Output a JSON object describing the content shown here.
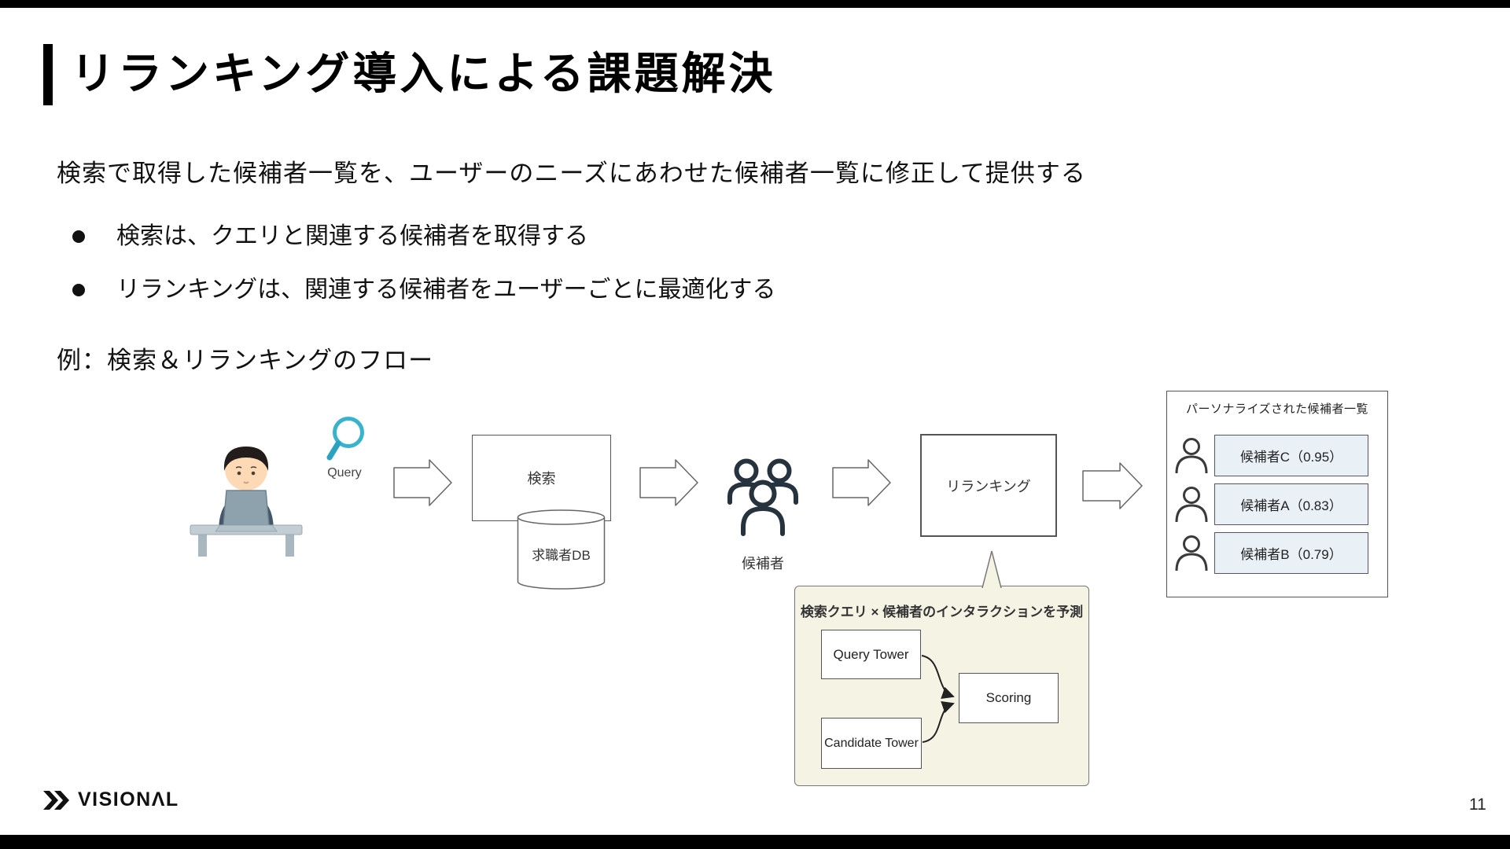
{
  "slide": {
    "title": "リランキング導入による課題解決",
    "lead": "検索で取得した候補者一覧を、ユーザーのニーズにあわせた候補者一覧に修正して提供する",
    "bullets": [
      "検索は、クエリと関連する候補者を取得する",
      "リランキングは、関連する候補者をユーザーごとに最適化する"
    ],
    "example_label": "例：検索＆リランキングのフロー",
    "page_number": "11",
    "logo_text": "VISIONΛL"
  },
  "flow": {
    "query_label": "Query",
    "search_box_label": "検索",
    "db_label": "求職者DB",
    "candidates_label": "候補者",
    "rerank_box_label": "リランキング",
    "result_panel": {
      "title": "パーソナライズされた候補者一覧",
      "rows": [
        {
          "label": "候補者C（0.95）"
        },
        {
          "label": "候補者A（0.83）"
        },
        {
          "label": "候補者B（0.79）"
        }
      ]
    },
    "callout": {
      "title": "検索クエリ × 候補者のインタラクションを予測",
      "query_tower_label": "Query Tower",
      "scoring_label": "Scoring",
      "candidate_tower_label": "Candidate Tower"
    }
  },
  "icons": {
    "magnifier": "search-icon",
    "database": "database-cylinder-icon",
    "candidates": "people-group-icon",
    "result_row": "person-icon",
    "flow_arrow": "block-arrow-icon",
    "user": "user-at-laptop-illustration",
    "logo_mark": "double-chevron-icon",
    "callout_tail": "callout-pointer-icon"
  },
  "colors": {
    "accent_teal": "#39b3cc",
    "people_navy": "#26323e",
    "row_blue": "#e9f1f7",
    "callout_cream": "#f5f3e4",
    "bar_black": "#000000"
  }
}
